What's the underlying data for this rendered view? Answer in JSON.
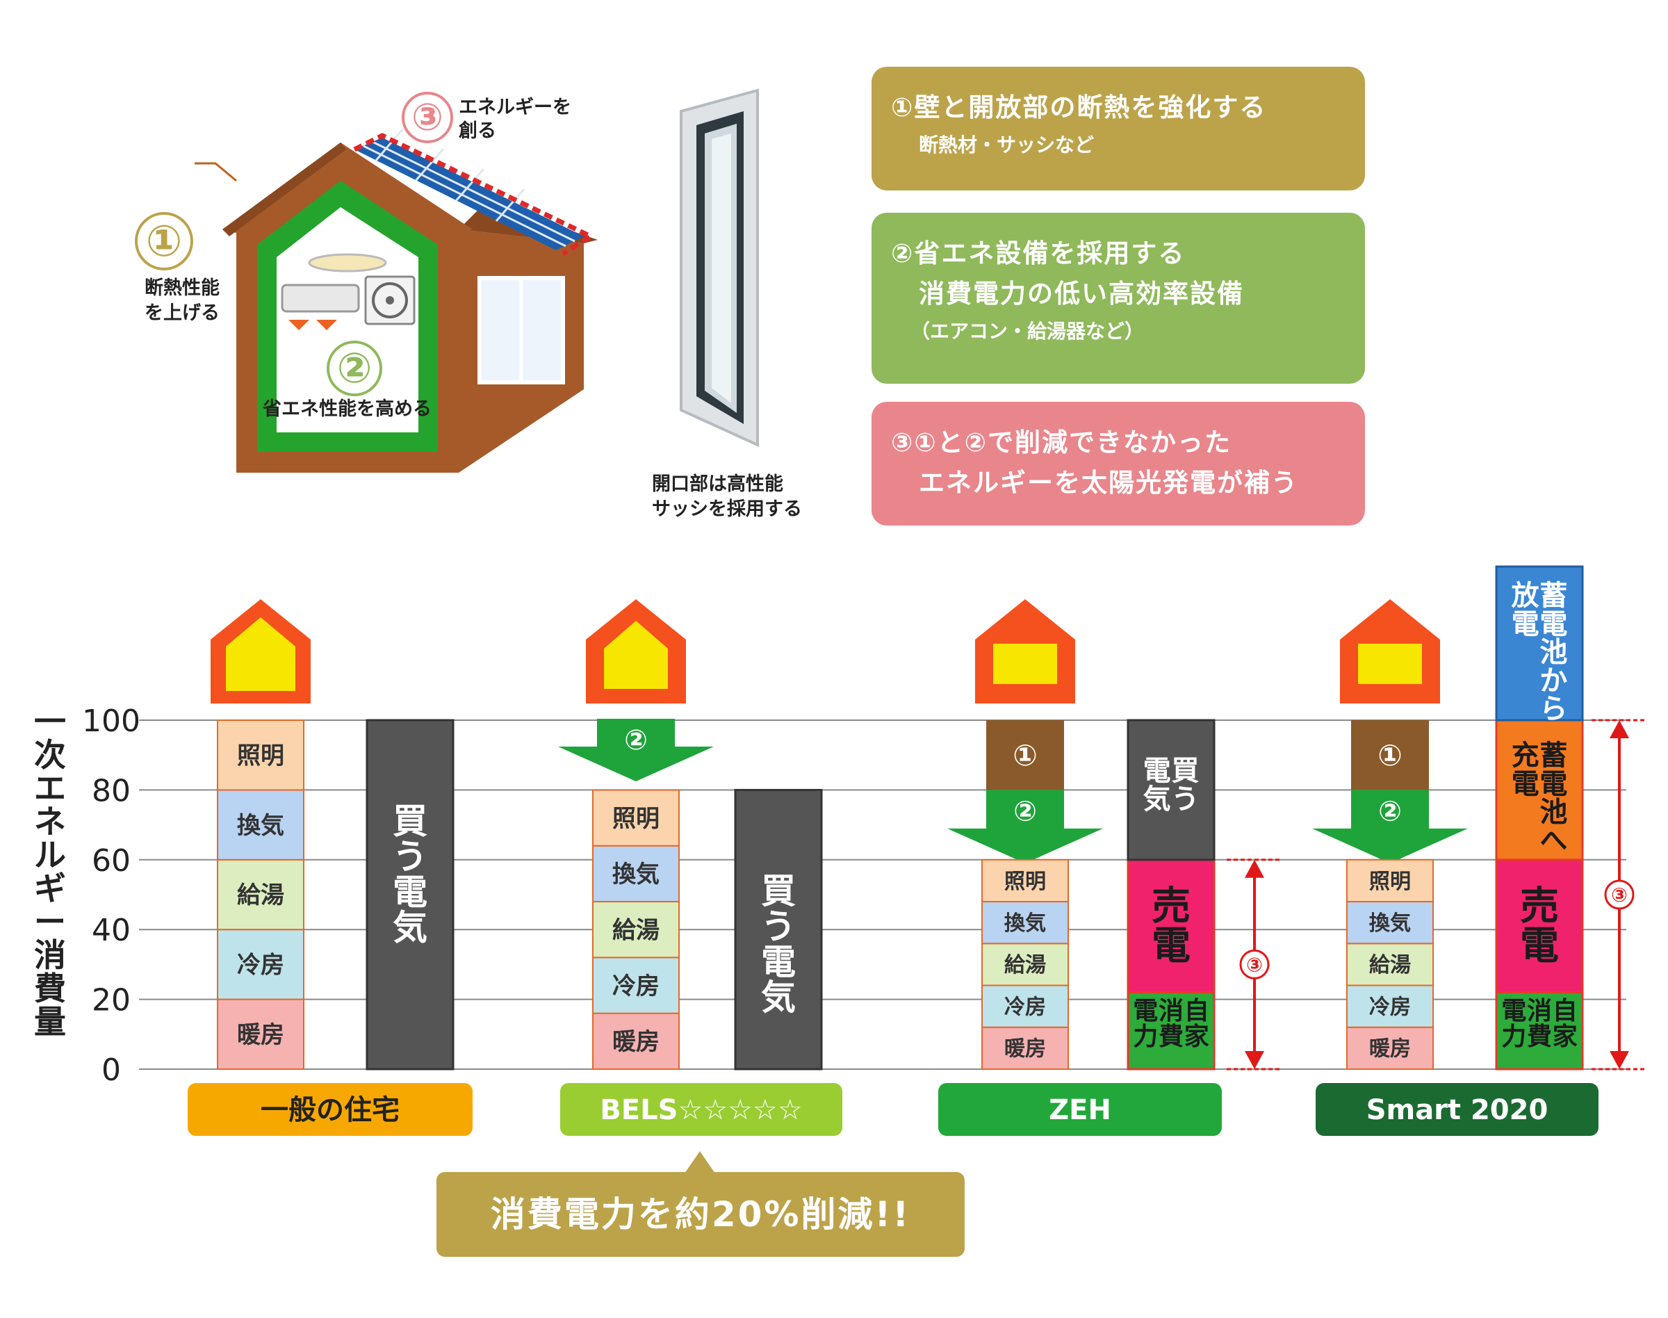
{
  "illustration": {
    "callout1_num": "①",
    "callout1_text": [
      "断熱性能",
      "を上げる"
    ],
    "callout2_num": "②",
    "callout2_text": "省エネ性能を高める",
    "callout3_num": "③",
    "callout3_text": [
      "エネルギーを",
      "創る"
    ],
    "sash_caption": [
      "開口部は高性能",
      "サッシを採用する"
    ]
  },
  "info_boxes": [
    {
      "line1": "①壁と開放部の断熱を強化する",
      "line2": "断熱材・サッシなど",
      "line3": "",
      "color": "#bca34a"
    },
    {
      "line1": "②省エネ設備を採用する",
      "line2": "消費電力の低い高効率設備",
      "line3": "（エアコン・給湯器など）",
      "color": "#8fb95b"
    },
    {
      "line1": "③①と②で削減できなかった",
      "line2": "エネルギーを太陽光発電が補う",
      "line3": "",
      "color": "#e8868c"
    }
  ],
  "chart_data": {
    "type": "bar",
    "ylabel": "一次エネルギー消費量",
    "ylim": [
      0,
      100
    ],
    "yticks": [
      0,
      20,
      40,
      60,
      80,
      100
    ],
    "grid": true,
    "categories": [
      "一般の住宅",
      "BELS☆☆☆☆☆",
      "ZEH",
      "Smart 2020"
    ],
    "category_colors": [
      "#f7a800",
      "#9acd32",
      "#22a83a",
      "#1b6a32"
    ],
    "consumption_segments": [
      "暖房",
      "冷房",
      "給湯",
      "換気",
      "照明"
    ],
    "segment_colors": [
      "#f6b1b1",
      "#bfe3ea",
      "#dcedc0",
      "#b9d3f2",
      "#fbd4ae"
    ],
    "consumption_totals": [
      100,
      80,
      60,
      60
    ],
    "purchased_label": "買う電気",
    "purchased_values": [
      100,
      80,
      40,
      0
    ],
    "self_consumption_label": "自家消費電力",
    "self_consumption": [
      0,
      0,
      22,
      22
    ],
    "sold_label": "売電",
    "sold": [
      0,
      0,
      38,
      38
    ],
    "battery_charge_label": "蓄電池へ充電",
    "battery_charge": [
      0,
      0,
      0,
      40
    ],
    "battery_discharge_label": "蓄電池から放電",
    "reduction_label_1": "①",
    "reduction_label_2": "②",
    "reduction_label_3": "③"
  },
  "note": "消費電力を約20%削減!!"
}
